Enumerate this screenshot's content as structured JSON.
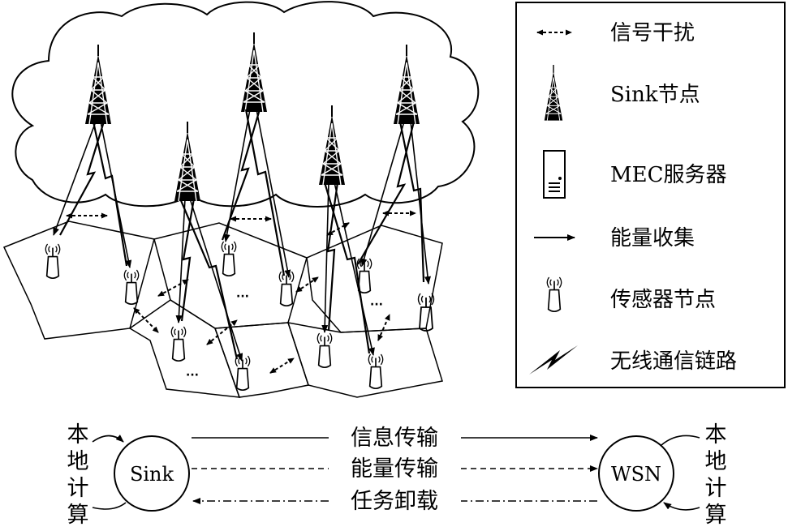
{
  "legend": {
    "items": [
      {
        "icon": "double-arrow-icon",
        "label": "信号干扰"
      },
      {
        "icon": "tower-icon",
        "label": "Sink节点"
      },
      {
        "icon": "server-icon",
        "label": "MEC服务器"
      },
      {
        "icon": "arrow-icon",
        "label": "能量收集"
      },
      {
        "icon": "sensor-icon",
        "label": "传感器节点"
      },
      {
        "icon": "lightning-icon",
        "label": "无线通信链路"
      }
    ]
  },
  "network": {
    "ellipsis": "···"
  },
  "flow": {
    "sink_label": "Sink",
    "wsn_label": "WSN",
    "local_left": [
      "本",
      "地",
      "计",
      "算"
    ],
    "local_right": [
      "本",
      "地",
      "计",
      "算"
    ],
    "links": [
      {
        "label": "信息传输",
        "style": "solid"
      },
      {
        "label": "能量传输",
        "style": "dashed"
      },
      {
        "label": "任务卸载",
        "style": "dashdot"
      }
    ]
  }
}
